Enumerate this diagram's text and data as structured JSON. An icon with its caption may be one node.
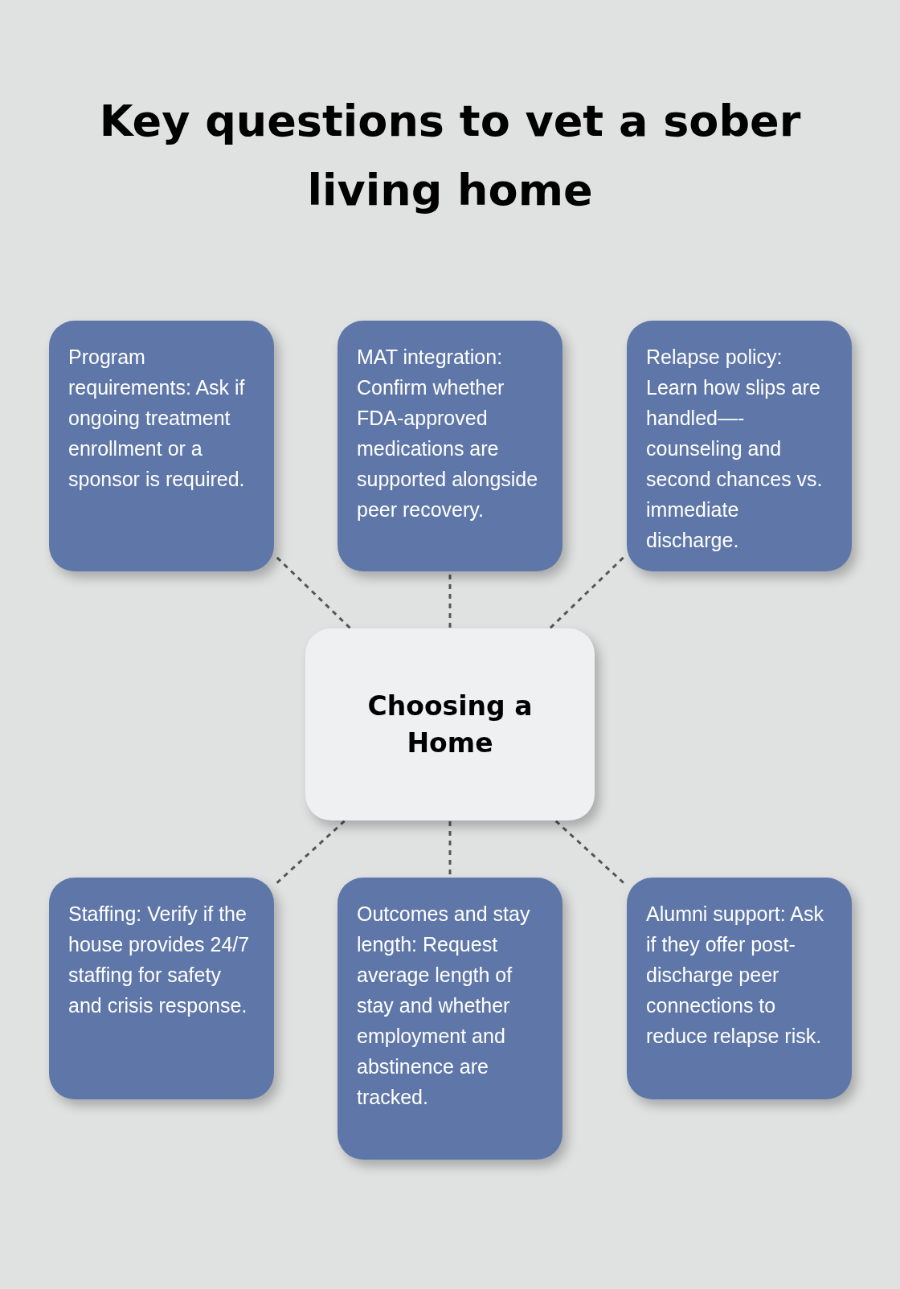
{
  "diagram": {
    "title": "Key questions to vet a sober living home",
    "nodes": [
      {
        "text": [
          "Program requirements: Ask if ongoing treatment enrollment or a sponsor is required."
        ]
      },
      {
        "text": [
          "MAT integration: Confirm whether FDA-approved medications are supported alongside peer recovery."
        ]
      },
      {
        "text": [
          "Relapse policy: Learn how slips are handled—-counseling and second chances vs. immediate discharge."
        ]
      },
      {
        "text": [
          "Choosing a Home"
        ]
      },
      {
        "text": [
          "Staffing: Verify if the house provides 24/7 staffing for safety and crisis response."
        ]
      },
      {
        "text": [
          "Outcomes and stay length: Request average length of stay and whether employment and abstinence are tracked."
        ]
      },
      {
        "text": [
          "Alumni support: Ask if they offer post-discharge peer connections to reduce relapse risk."
        ]
      }
    ],
    "edges": [
      {
        "from": 3,
        "to": 0,
        "arrow": "none",
        "style": "dashed"
      },
      {
        "from": 3,
        "to": 1,
        "arrow": "none",
        "style": "dashed"
      },
      {
        "from": 3,
        "to": 2,
        "arrow": "none",
        "style": "dashed"
      },
      {
        "from": 3,
        "to": 4,
        "arrow": "none",
        "style": "dashed"
      },
      {
        "from": 3,
        "to": 5,
        "arrow": "none",
        "style": "dashed"
      },
      {
        "from": 3,
        "to": 6,
        "arrow": "none",
        "style": "dashed"
      }
    ]
  }
}
